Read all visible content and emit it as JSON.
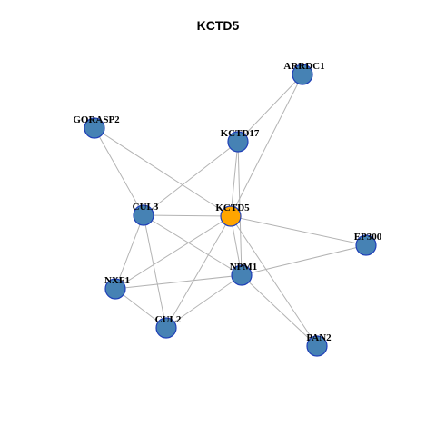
{
  "title": "KCTD5",
  "colors": {
    "node_default": "#4682b4",
    "node_focus": "#ffa500",
    "edge": "#b3b3b3",
    "node_border": "#1f3fb8"
  },
  "nodes": [
    {
      "id": "KCTD5",
      "label": "KCTD5",
      "focus": true
    },
    {
      "id": "ARRDC1",
      "label": "ARRDC1"
    },
    {
      "id": "GORASP2",
      "label": "GORASP2"
    },
    {
      "id": "KCTD17",
      "label": "KCTD17"
    },
    {
      "id": "CUL3",
      "label": "CUL3"
    },
    {
      "id": "EP300",
      "label": "EP300"
    },
    {
      "id": "NPM1",
      "label": "NPM1"
    },
    {
      "id": "NXF1",
      "label": "NXF1"
    },
    {
      "id": "CUL2",
      "label": "CUL2"
    },
    {
      "id": "PAN2",
      "label": "PAN2"
    }
  ],
  "edges": [
    [
      "ARRDC1",
      "KCTD17"
    ],
    [
      "ARRDC1",
      "KCTD5"
    ],
    [
      "GORASP2",
      "CUL3"
    ],
    [
      "GORASP2",
      "KCTD5"
    ],
    [
      "KCTD17",
      "CUL3"
    ],
    [
      "KCTD17",
      "KCTD5"
    ],
    [
      "KCTD17",
      "NPM1"
    ],
    [
      "CUL3",
      "KCTD5"
    ],
    [
      "CUL3",
      "NXF1"
    ],
    [
      "CUL3",
      "CUL2"
    ],
    [
      "CUL3",
      "NPM1"
    ],
    [
      "KCTD5",
      "EP300"
    ],
    [
      "KCTD5",
      "NPM1"
    ],
    [
      "KCTD5",
      "NXF1"
    ],
    [
      "KCTD5",
      "CUL2"
    ],
    [
      "KCTD5",
      "PAN2"
    ],
    [
      "EP300",
      "NPM1"
    ],
    [
      "NPM1",
      "NXF1"
    ],
    [
      "NPM1",
      "CUL2"
    ],
    [
      "NPM1",
      "PAN2"
    ],
    [
      "NXF1",
      "CUL2"
    ]
  ]
}
